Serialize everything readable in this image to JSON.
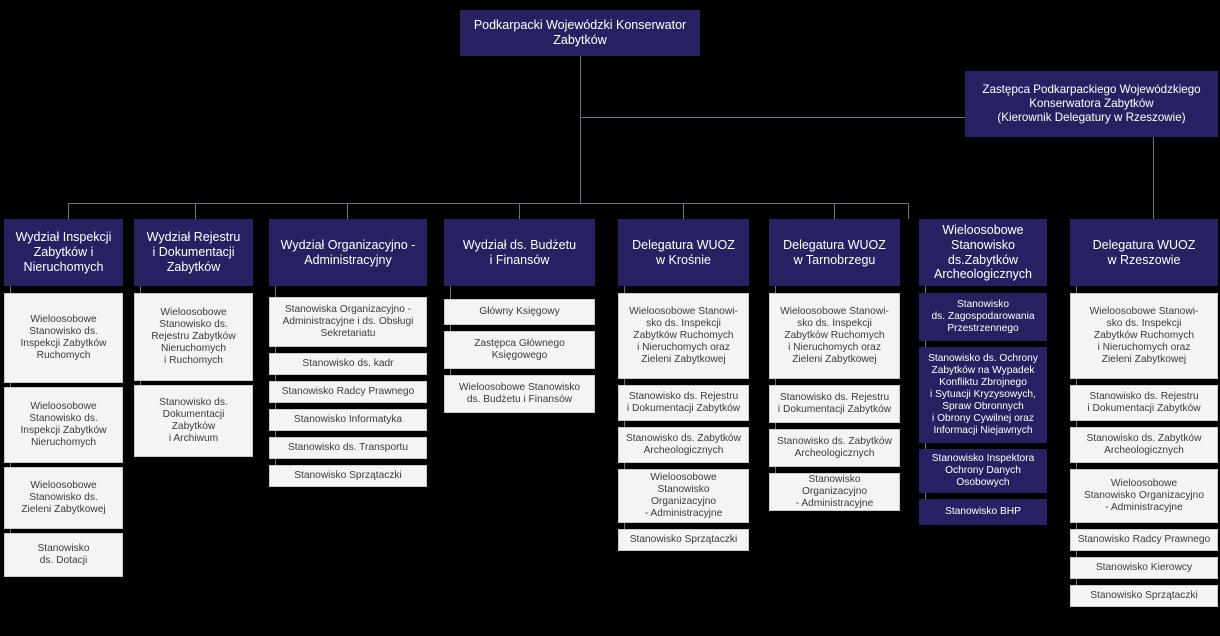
{
  "meta": {
    "title": "Struktura organizacyjna - Wojewódzki Urząd Ochrony Zabytków",
    "colors": {
      "dark_box": "#262261",
      "light_box": "#f4f4f4",
      "light_box_border": "#c9c9c9",
      "connector": "#6f6f82",
      "background": "#000000",
      "dark_text": "#ffffff",
      "light_text": "#3b3b3b"
    }
  },
  "root": {
    "label": "Podkarpacki Wojewódzki Konserwator\nZabytków"
  },
  "deputy": {
    "label": "Zastępca Podkarpackiego Wojewódzkiego\nKonserwatora Zabytków\n(Kierownik Delegatury w Rzeszowie)"
  },
  "columns": [
    {
      "id": "wydzial-inspekcji-zabytkow-i-nieruchomych",
      "header": "Wydział Inspekcji\nZabytków i\nNieruchomych",
      "units": [
        "Wieloosobowe\nStanowisko ds.\nInspekcji Zabytków\nRuchomych",
        "Wieloosobowe\nStanowisko ds.\nInspekcji Zabytków\nNieruchomych",
        "Wieloosobowe\nStanowisko ds.\nZieleni Zabytkowej",
        "Stanowisko\nds. Dotacji"
      ]
    },
    {
      "id": "wydzial-rejestru-i-dokumentacji-zabytkow",
      "header": "Wydział Rejestru\ni Dokumentacji\nZabytków",
      "units": [
        "Wieloosobowe\nStanowisko ds.\nRejestru Zabytków\nNieruchomych\ni Ruchomych",
        "Stanowisko ds.\nDokumentacji\nZabytków\ni Archiwum"
      ]
    },
    {
      "id": "wydzial-organizacyjno-administracyjny",
      "header": "Wydział Organizacyjno -\nAdministracyjny",
      "units": [
        "Stanowiska Organizacyjno -\nAdministracyjne i ds. Obsługi\nSekretariatu",
        "Stanowisko ds. kadr",
        "Stanowisko Radcy Prawnego",
        "Stanowisko Informatyka",
        "Stanowisko ds. Transportu",
        "Stanowisko Sprzątaczki"
      ]
    },
    {
      "id": "wydzial-ds-budzetu-i-finansow",
      "header": "Wydział ds. Budżetu\ni Finansów",
      "units": [
        "Główny Księgowy",
        "Zastępca Głównego\nKsięgowego",
        "Wieloosobowe Stanowisko\nds. Budżetu i Finansów"
      ]
    },
    {
      "id": "delegatura-wuoz-w-krosnie",
      "header": "Delegatura WUOZ\nw Krośnie",
      "units": [
        "Wieloosobowe Stanowi-\nsko ds. Inspekcji\nZabytków Ruchomych\ni Nieruchomych oraz\nZieleni Zabytkowej",
        "Stanowisko ds. Rejestru\ni Dokumentacji Zabytków",
        "Stanowisko ds. Zabytków\nArcheologicznych",
        "Wieloosobowe\nStanowisko Organizacyjno\n- Administracyjne",
        "Stanowisko Sprzątaczki"
      ]
    },
    {
      "id": "delegatura-wuoz-w-tarnobrzegu",
      "header": "Delegatura WUOZ\nw Tarnobrzegu",
      "units": [
        "Wieloosobowe Stanowi-\nsko ds. Inspekcji\nZabytków Ruchomych\ni Nieruchomych oraz\nZieleni Zabytkowej",
        "Stanowisko ds. Rejestru\ni Dokumentacji Zabytków",
        "Stanowisko ds. Zabytków\nArcheologicznych",
        "Stanowisko Organizacyjno\n- Administracyjne"
      ]
    },
    {
      "id": "wieloosobowe-stanowisko-ds-zabytkow-archeologicznych",
      "header": "Wieloosobowe\nStanowisko\nds.Zabytków\nArcheologicznych",
      "units": [
        "Stanowisko\nds. Zagospodarowania\nPrzestrzennego",
        "Stanowisko ds. Ochrony\nZabytków na Wypadek\nKonfliktu Zbrojnego\ni Sytuacji Kryzysowych,\nSpraw Obronnych\ni Obrony Cywilnej oraz\nInformacji Niejawnych",
        "Stanowisko Inspektora\nOchrony Danych\nOsobowych",
        "Stanowisko BHP"
      ]
    },
    {
      "id": "delegatura-wuoz-w-rzeszowie",
      "header": "Delegatura WUOZ\nw Rzeszowie",
      "units": [
        "Wieloosobowe Stanowi-\nsko ds. Inspekcji\nZabytków Ruchomych\ni Nieruchomych oraz\nZieleni Zabytkowej",
        "Stanowisko ds. Rejestru\ni Dokumentacji Zabytków",
        "Stanowisko ds. Zabytków\nArcheologicznych",
        "Wieloosobowe\nStanowisko Organizacyjno\n- Administracyjne",
        "Stanowisko Radcy Prawnego",
        "Stanowisko Kierowcy",
        "Stanowisko Sprzątaczki"
      ]
    }
  ]
}
